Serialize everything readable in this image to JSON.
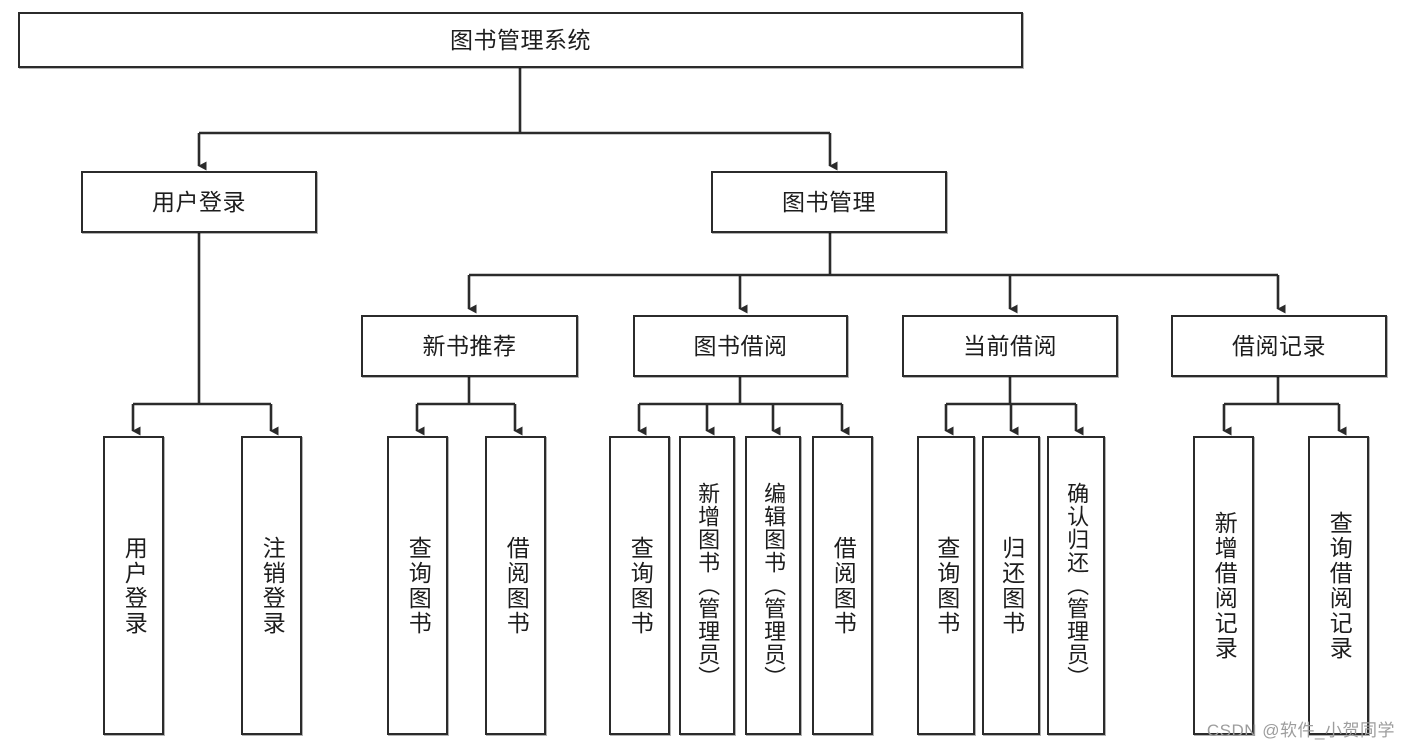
{
  "diagram": {
    "title": "图书管理系统",
    "type": "tree-hierarchy-chart",
    "watermark": "CSDN @软件_小贺同学",
    "colors": {
      "box_border": "#2b2b2b",
      "box_fill": "#ffffff",
      "edge": "#2b2b2b",
      "text": "#1d1d1d",
      "watermark": "#9d9d9d"
    },
    "root": {
      "label": "图书管理系统"
    },
    "level2": [
      {
        "label": "用户登录"
      },
      {
        "label": "图书管理"
      }
    ],
    "level3": [
      {
        "label": "新书推荐"
      },
      {
        "label": "图书借阅"
      },
      {
        "label": "当前借阅"
      },
      {
        "label": "借阅记录"
      }
    ],
    "leaves": {
      "user_login": [
        {
          "label": "用户登录"
        },
        {
          "label": "注销登录"
        }
      ],
      "new_book_recommend": [
        {
          "label": "查询图书"
        },
        {
          "label": "借阅图书"
        }
      ],
      "book_borrow": [
        {
          "label": "查询图书"
        },
        {
          "label": "新增图书（管理员）"
        },
        {
          "label": "编辑图书（管理员）"
        },
        {
          "label": "借阅图书"
        }
      ],
      "current_borrow": [
        {
          "label": "查询图书"
        },
        {
          "label": "归还图书"
        },
        {
          "label": "确认归还（管理员）"
        }
      ],
      "borrow_record": [
        {
          "label": "新增借阅记录"
        },
        {
          "label": "查询借阅记录"
        }
      ]
    }
  }
}
